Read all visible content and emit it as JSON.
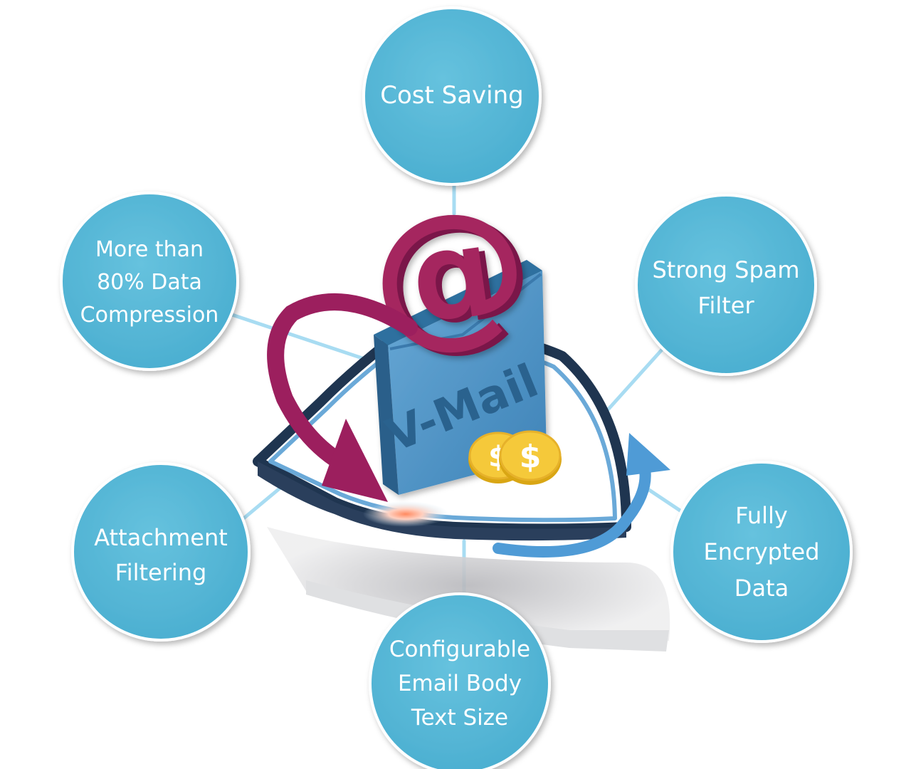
{
  "center": {
    "brand": "V-Mail",
    "symbol": "@",
    "coin_glyph": "$"
  },
  "features": {
    "cost_saving": [
      "Cost Saving"
    ],
    "spam_filter": [
      "Strong Spam",
      "Filter"
    ],
    "encryption": [
      "Fully",
      "Encrypted",
      "Data"
    ],
    "text_size": [
      "Configurable",
      "Email Body",
      "Text Size"
    ],
    "attachment": [
      "Attachment",
      "Filtering"
    ],
    "compression": [
      "More than",
      "80% Data",
      "Compression"
    ]
  },
  "colors": {
    "bubble_fill": "#56b6d4",
    "bubble_stroke": "#ffffff",
    "connector": "#9fd8f0",
    "envelope": "#4e94c4",
    "envelope_dark": "#2e6f9e",
    "at_symbol": "#a02460",
    "arrow_magenta": "#9c1f5e",
    "arrow_blue": "#4f9bd6",
    "shield_edge": "#1c2f4a",
    "coin": "#f2c230"
  }
}
